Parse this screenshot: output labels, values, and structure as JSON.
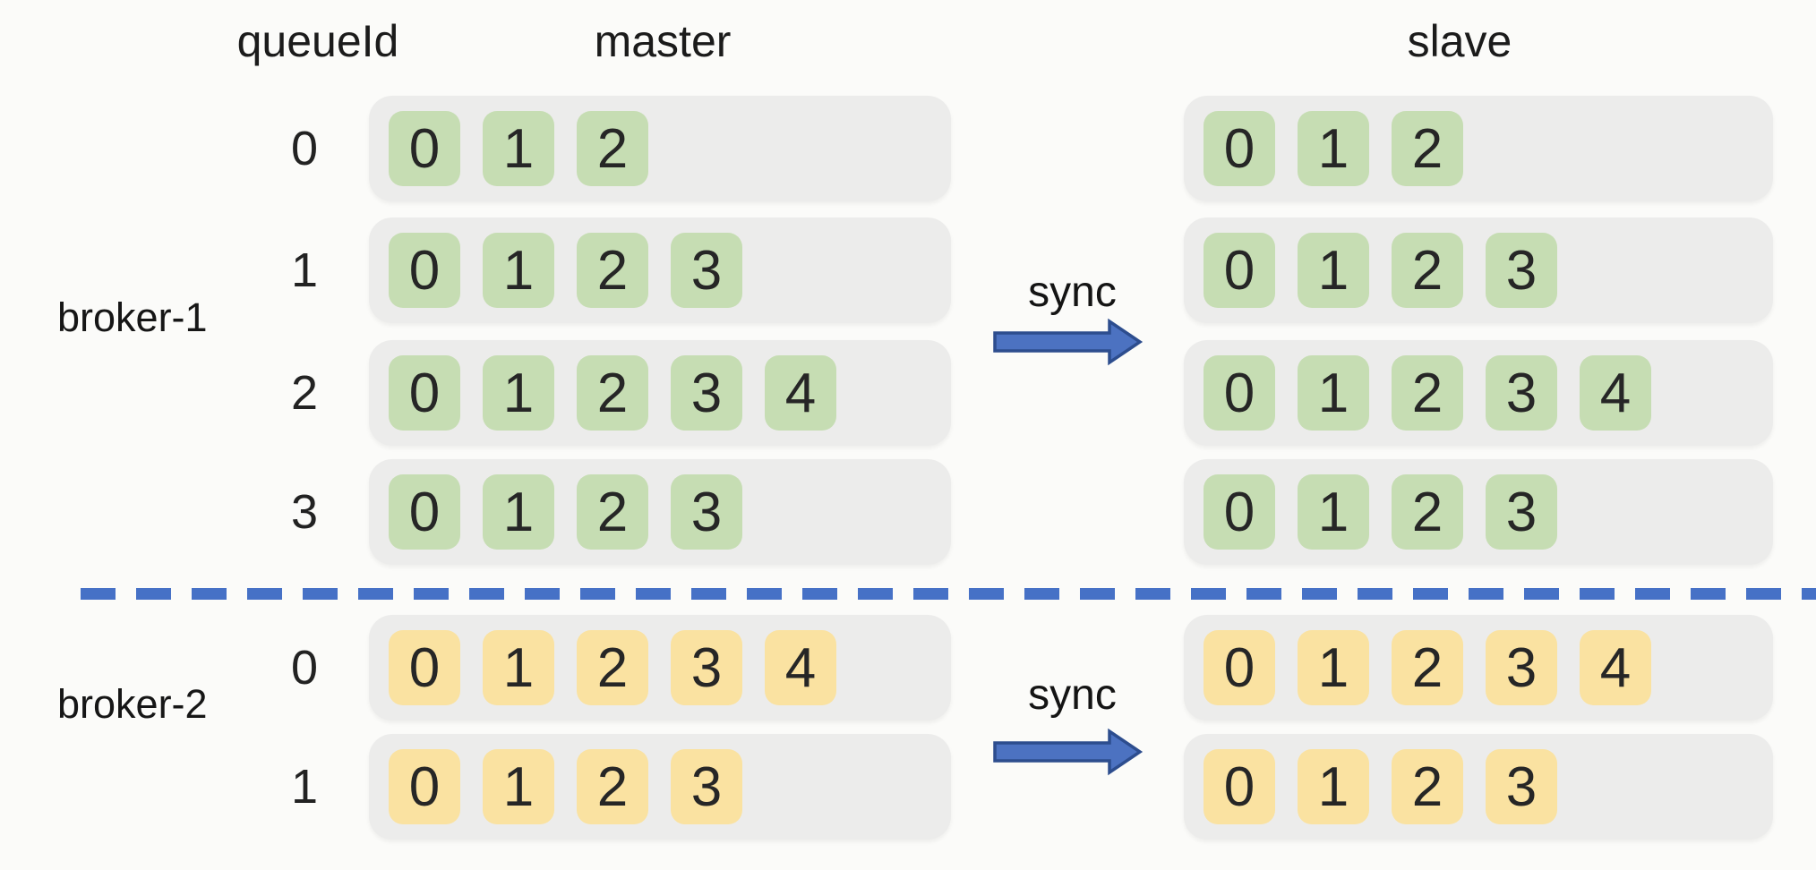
{
  "headers": {
    "queue_id": "queueId",
    "master": "master",
    "slave": "slave"
  },
  "sync_arrows": [
    {
      "label": "sync"
    },
    {
      "label": "sync"
    }
  ],
  "brokers": [
    {
      "name": "broker-1",
      "block_color": "#c6ddb3",
      "queues": [
        {
          "id": "0",
          "master": [
            "0",
            "1",
            "2"
          ],
          "slave": [
            "0",
            "1",
            "2"
          ]
        },
        {
          "id": "1",
          "master": [
            "0",
            "1",
            "2",
            "3"
          ],
          "slave": [
            "0",
            "1",
            "2",
            "3"
          ]
        },
        {
          "id": "2",
          "master": [
            "0",
            "1",
            "2",
            "3",
            "4"
          ],
          "slave": [
            "0",
            "1",
            "2",
            "3",
            "4"
          ]
        },
        {
          "id": "3",
          "master": [
            "0",
            "1",
            "2",
            "3"
          ],
          "slave": [
            "0",
            "1",
            "2",
            "3"
          ]
        }
      ]
    },
    {
      "name": "broker-2",
      "block_color": "#fae2a1",
      "queues": [
        {
          "id": "0",
          "master": [
            "0",
            "1",
            "2",
            "3",
            "4"
          ],
          "slave": [
            "0",
            "1",
            "2",
            "3",
            "4"
          ]
        },
        {
          "id": "1",
          "master": [
            "0",
            "1",
            "2",
            "3"
          ],
          "slave": [
            "0",
            "1",
            "2",
            "3"
          ]
        }
      ]
    }
  ],
  "colors": {
    "page_bg": "#fbfbf9",
    "container_bg": "#ececeb",
    "green_block": "#c6ddb3",
    "yellow_block": "#fae2a1",
    "arrow_fill": "#4c72c1",
    "arrow_outline": "#2d4d8e",
    "dashed_line": "#4671c6",
    "text": "#1f1f1f"
  }
}
